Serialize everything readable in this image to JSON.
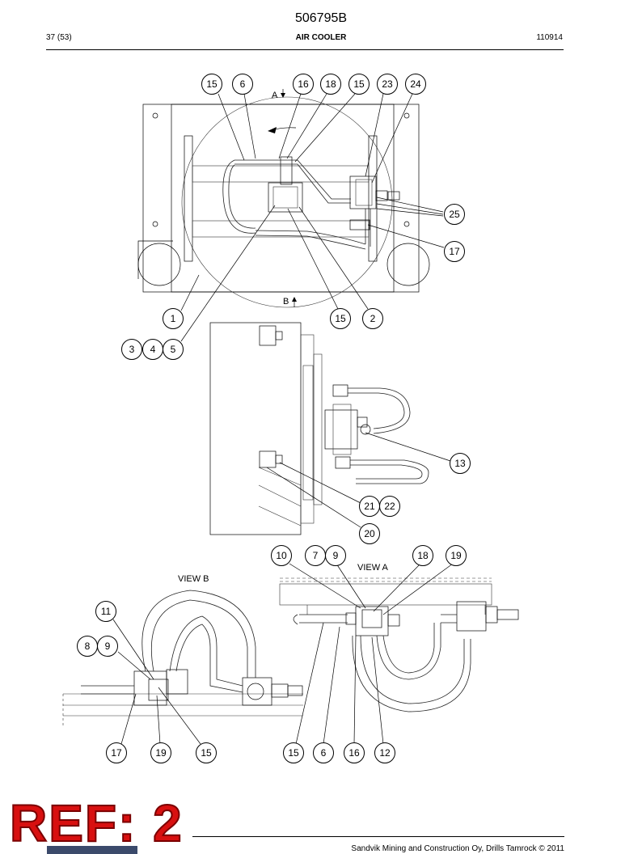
{
  "header": {
    "doc_number": "506795B",
    "page_label": "37 (53)",
    "title": "AIR COOLER",
    "date_code": "110914"
  },
  "views": {
    "view_a": "VIEW A",
    "view_b": "VIEW B",
    "arrow_a": "A",
    "arrow_b": "B"
  },
  "callouts": [
    {
      "id": "c-top-15a",
      "label": "15"
    },
    {
      "id": "c-top-6",
      "label": "6"
    },
    {
      "id": "c-top-16",
      "label": "16"
    },
    {
      "id": "c-top-18",
      "label": "18"
    },
    {
      "id": "c-top-15b",
      "label": "15"
    },
    {
      "id": "c-top-23",
      "label": "23"
    },
    {
      "id": "c-top-24",
      "label": "24"
    },
    {
      "id": "c-top-25",
      "label": "25"
    },
    {
      "id": "c-top-17",
      "label": "17"
    },
    {
      "id": "c-top-1",
      "label": "1"
    },
    {
      "id": "c-top-15c",
      "label": "15"
    },
    {
      "id": "c-top-2",
      "label": "2"
    },
    {
      "id": "c-top-3",
      "label": "3"
    },
    {
      "id": "c-top-4",
      "label": "4"
    },
    {
      "id": "c-top-5",
      "label": "5"
    },
    {
      "id": "c-side-13",
      "label": "13"
    },
    {
      "id": "c-side-21",
      "label": "21"
    },
    {
      "id": "c-side-22",
      "label": "22"
    },
    {
      "id": "c-side-20",
      "label": "20"
    },
    {
      "id": "c-va-10",
      "label": "10"
    },
    {
      "id": "c-va-7",
      "label": "7"
    },
    {
      "id": "c-va-9",
      "label": "9"
    },
    {
      "id": "c-va-18",
      "label": "18"
    },
    {
      "id": "c-va-19",
      "label": "19"
    },
    {
      "id": "c-va-15",
      "label": "15"
    },
    {
      "id": "c-va-6",
      "label": "6"
    },
    {
      "id": "c-va-16",
      "label": "16"
    },
    {
      "id": "c-va-12",
      "label": "12"
    },
    {
      "id": "c-vb-11",
      "label": "11"
    },
    {
      "id": "c-vb-8",
      "label": "8"
    },
    {
      "id": "c-vb-9",
      "label": "9"
    },
    {
      "id": "c-vb-17",
      "label": "17"
    },
    {
      "id": "c-vb-19",
      "label": "19"
    },
    {
      "id": "c-vb-15",
      "label": "15"
    }
  ],
  "stamp": "REF: 2",
  "footer": {
    "copyright": "Sandvik Mining and Construction Oy, Drills Tamrock © 2011"
  }
}
